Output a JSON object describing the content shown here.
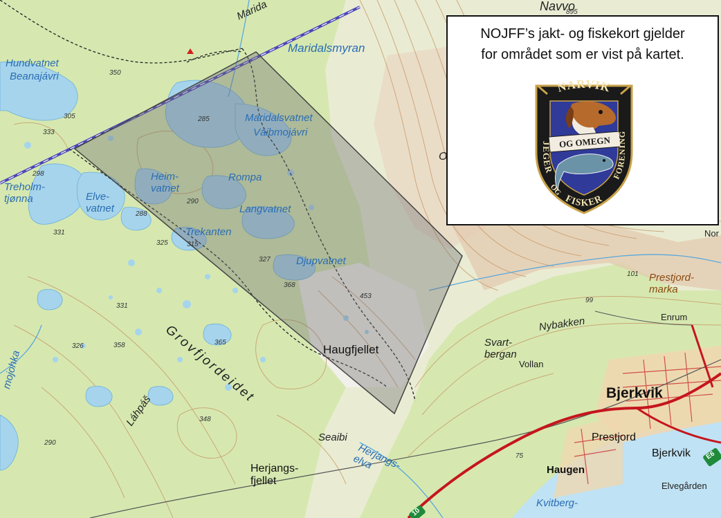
{
  "info": {
    "line1": "NOJFF’s jakt- og fiskekort gjelder",
    "line2": "for området som er vist på kartet."
  },
  "badge": {
    "top": "NARVIK",
    "left": "JEGER",
    "right": "FORENING",
    "band": "OG OMEGN",
    "bottom_og": "OG",
    "bottom": "FISKER"
  },
  "labels": {
    "hundvatnet": "Hundvatnet",
    "beanajavri": "Beanajávri",
    "maridalsmyran": "Maridalsmyran",
    "maridal_top": "Marida",
    "maridalsvatnet": "Maridalsvatnet",
    "vaibmojavri": "Váibmojávri",
    "treholmtjonna": "Treholm-\ntjønna",
    "elvevatnet": "Elve-\nvatnet",
    "heimvatnet": "Heim-\nvatnet",
    "rompa": "Rompa",
    "langvatnet": "Langvatnet",
    "trekanten": "Trekanten",
    "djupvatnet": "Djupvatnet",
    "haugfjellet": "Haugfjellet",
    "grovfjordeidet": "Grovfjordeidet",
    "lahpas": "Láhpáš",
    "seaibi": "Seaibi",
    "herjangsfjellet": "Herjangs-\nfjellet",
    "herjangselva": "Herjangs-\nelva",
    "svartbergan": "Svart-\nbergan",
    "vollan": "Vollan",
    "nybakken": "Nybakken",
    "bjerkvik_town": "Bjerkvik",
    "bjerkvik": "Bjerkvik",
    "prestjord": "Prestjord",
    "prestjordmarka": "Prestjord-\nmarka",
    "enrum": "Enrum",
    "haugen": "Haugen",
    "elvegarden": "Elvegården",
    "kvitberg": "Kvitberg-",
    "mojohka": "mojohka",
    "nor": "Nor",
    "o_cut": "O",
    "top_cut": "Navvo"
  },
  "elevations": {
    "e895": "895",
    "e350": "350",
    "e305": "305",
    "e333": "333",
    "e285": "285",
    "e298": "298",
    "e290a": "290",
    "e288": "288",
    "e331a": "331",
    "e325": "325",
    "e315": "315",
    "e327": "327",
    "e368": "368",
    "e453": "453",
    "e331b": "331",
    "e326": "326",
    "e358": "358",
    "e365": "365",
    "e348": "348",
    "e290b": "290",
    "e101": "101",
    "e99": "99",
    "e75": "75"
  },
  "roads": {
    "e6": "E6",
    "r10": "10"
  },
  "colors": {
    "terrain": "#d6e8b0",
    "highland": "#e9ecd3",
    "bare_rock": "#f2f0ea",
    "water": "#a6d4ec",
    "sea": "#bfe2f4",
    "contour": "#c89868",
    "overlay": "#6f6f72",
    "road": "#c5161d",
    "powerline": "#4b46b8",
    "town": "#efd7b0"
  }
}
